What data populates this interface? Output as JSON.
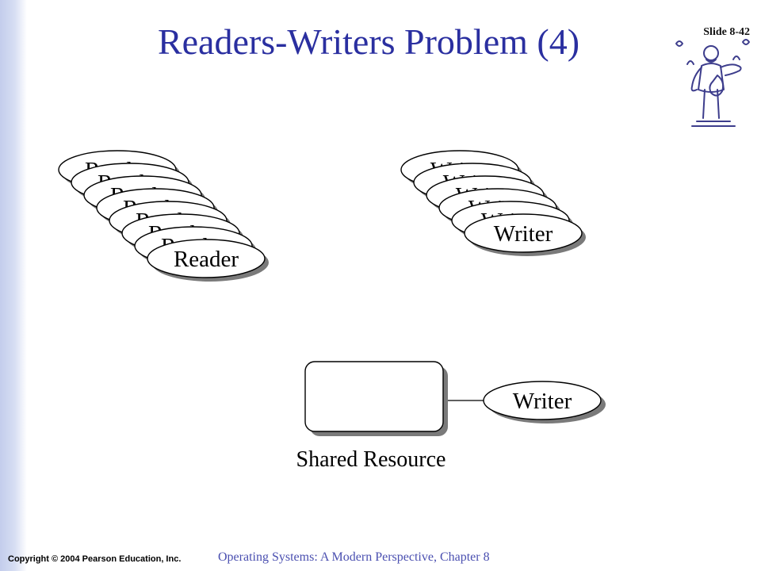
{
  "slide": {
    "title": "Readers-Writers Problem (4)",
    "slide_number": "Slide 8-42"
  },
  "diagram": {
    "reader_label": "Reader",
    "reader_stack_count": 8,
    "writer_label": "Writer",
    "writer_stack_count": 6,
    "resource_label": "Shared Resource",
    "active_writer_label": "Writer"
  },
  "footer": {
    "copyright": "Copyright © 2004 Pearson Education, Inc.",
    "book": "Operating Systems: A Modern Perspective, Chapter 8"
  },
  "colors": {
    "title": "#2a2fa0",
    "footer_book": "#4a4fb0",
    "sidebar": "#c3cdec",
    "stroke": "#000000",
    "shadow": "#6e6e6e"
  }
}
